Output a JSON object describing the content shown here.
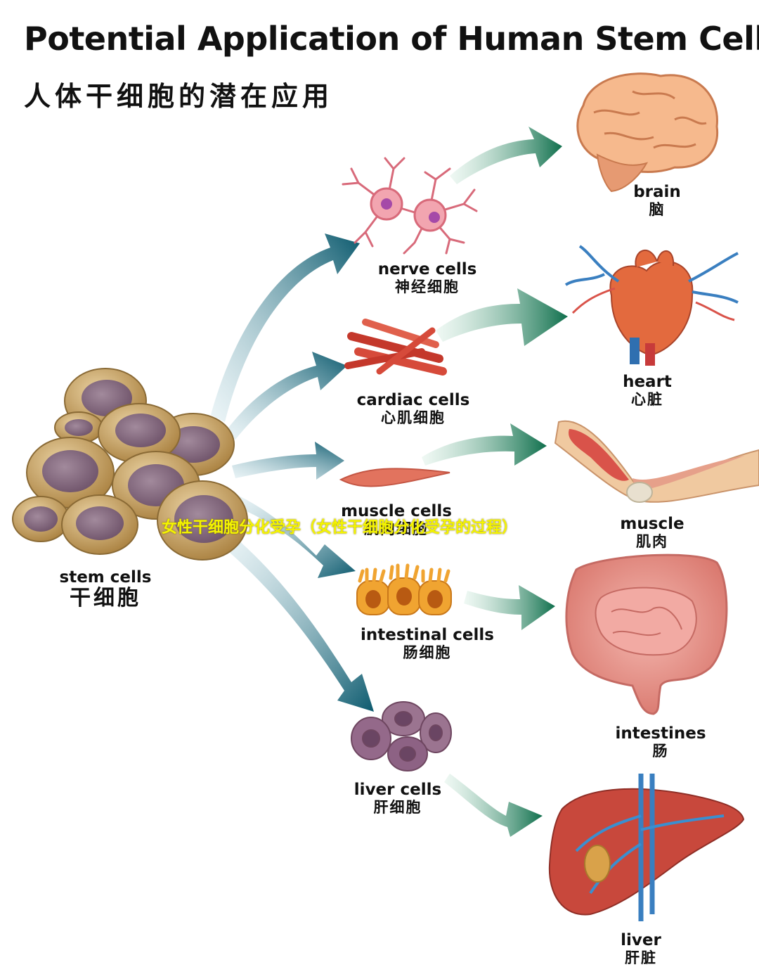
{
  "title": {
    "en": "Potential Application of Human Stem Cells",
    "zh": "人体干细胞的潜在应用"
  },
  "stem": {
    "en": "stem cells",
    "zh": "干细胞"
  },
  "cells": [
    {
      "en": "nerve cells",
      "zh": "神经细胞"
    },
    {
      "en": "cardiac cells",
      "zh": "心肌细胞"
    },
    {
      "en": "muscle cells",
      "zh": "肌肉细胞"
    },
    {
      "en": "intestinal cells",
      "zh": "肠细胞"
    },
    {
      "en": "liver cells",
      "zh": "肝细胞"
    }
  ],
  "organs": [
    {
      "en": "brain",
      "zh": "脑"
    },
    {
      "en": "heart",
      "zh": "心脏"
    },
    {
      "en": "muscle",
      "zh": "肌肉"
    },
    {
      "en": "intestines",
      "zh": "肠"
    },
    {
      "en": "liver",
      "zh": "肝脏"
    }
  ],
  "watermark": "女性干细胞分化受孕（女性干细胞分化受孕的过程）",
  "colors": {
    "arrow_teal": "#0e5f74",
    "arrow_green": "#0f7a55",
    "stem_shell": "#c9a36a",
    "stem_nucleus": "#8c6f86"
  }
}
